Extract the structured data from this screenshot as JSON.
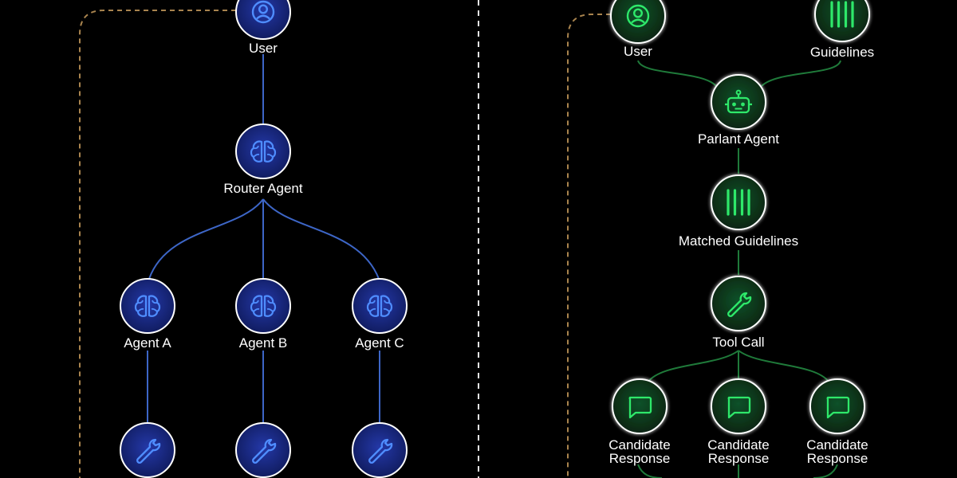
{
  "left_diagram": {
    "nodes": {
      "user": {
        "label": "User",
        "icon": "user-icon"
      },
      "router": {
        "label": "Router Agent",
        "icon": "brain-icon"
      },
      "agent_a": {
        "label": "Agent A",
        "icon": "brain-icon"
      },
      "agent_b": {
        "label": "Agent B",
        "icon": "brain-icon"
      },
      "agent_c": {
        "label": "Agent C",
        "icon": "brain-icon"
      },
      "tool_a": {
        "icon": "wrench-icon"
      },
      "tool_b": {
        "icon": "wrench-icon"
      },
      "tool_c": {
        "icon": "wrench-icon"
      }
    }
  },
  "right_diagram": {
    "nodes": {
      "user": {
        "label": "User",
        "icon": "user-icon"
      },
      "guidelines": {
        "label": "Guidelines",
        "icon": "bars-icon"
      },
      "parlant": {
        "label": "Parlant Agent",
        "icon": "robot-icon"
      },
      "matched": {
        "label": "Matched Guidelines",
        "icon": "bars-icon"
      },
      "tool_call": {
        "label": "Tool Call",
        "icon": "wrench-icon"
      },
      "candidate_1": {
        "line1": "Candidate",
        "line2": "Response",
        "icon": "chat-icon"
      },
      "candidate_2": {
        "line1": "Candidate",
        "line2": "Response",
        "icon": "chat-icon"
      },
      "candidate_3": {
        "line1": "Candidate",
        "line2": "Response",
        "icon": "chat-icon"
      }
    }
  },
  "colors": {
    "background": "#000000",
    "blue_node_fill": "#1a2a86",
    "blue_icon": "#4f8dff",
    "blue_edge": "#3d66c7",
    "green_node_fill": "#0c3a1e",
    "green_icon": "#2ee86a",
    "green_edge": "#1f7a3a",
    "node_ring": "#ffffff",
    "dashed_feedback": "#a9844e",
    "divider": "#e5e5e5",
    "label_text": "#ffffff"
  }
}
